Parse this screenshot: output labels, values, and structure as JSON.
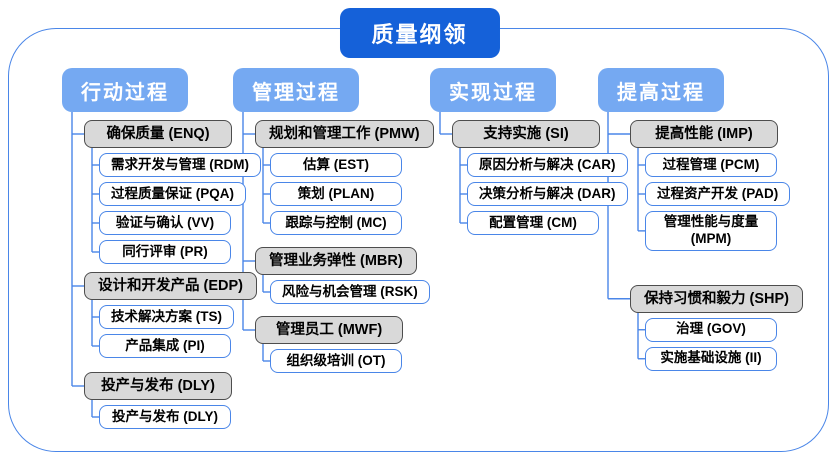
{
  "title": "质量纲领",
  "colors": {
    "title_bg": "#1561d9",
    "header_bg": "#75a9f2",
    "connector": "#4a86e8",
    "gray_fill": "#d9d9d9",
    "gray_border": "#4d4d4d",
    "white_border": "#4a86e8",
    "text": "#000000"
  },
  "columns": [
    {
      "label": "行动过程",
      "groups": [
        {
          "label": "确保质量 (ENQ)",
          "children": [
            "需求开发与管理 (RDM)",
            "过程质量保证 (PQA)",
            "验证与确认 (VV)",
            "同行评审 (PR)"
          ]
        },
        {
          "label": "设计和开发产品 (EDP)",
          "children": [
            "技术解决方案 (TS)",
            "产品集成 (PI)"
          ]
        },
        {
          "label": "投产与发布 (DLY)",
          "children": [
            "投产与发布 (DLY)"
          ]
        }
      ]
    },
    {
      "label": "管理过程",
      "groups": [
        {
          "label": "规划和管理工作 (PMW)",
          "children": [
            "估算 (EST)",
            "策划 (PLAN)",
            "跟踪与控制 (MC)"
          ]
        },
        {
          "label": "管理业务弹性 (MBR)",
          "children": [
            "风险与机会管理 (RSK)"
          ]
        },
        {
          "label": "管理员工 (MWF)",
          "children": [
            "组织级培训 (OT)"
          ]
        }
      ]
    },
    {
      "label": "实现过程",
      "groups": [
        {
          "label": "支持实施 (SI)",
          "children": [
            "原因分析与解决 (CAR)",
            "决策分析与解决 (DAR)",
            "配置管理 (CM)"
          ]
        }
      ]
    },
    {
      "label": "提高过程",
      "groups": [
        {
          "label": "提高性能 (IMP)",
          "children": [
            "过程管理 (PCM)",
            "过程资产开发 (PAD)",
            "管理性能与度量\n(MPM)"
          ]
        },
        {
          "label": "保持习惯和毅力 (SHP)",
          "children": [
            "治理 (GOV)",
            "实施基础设施 (II)"
          ]
        }
      ]
    }
  ]
}
